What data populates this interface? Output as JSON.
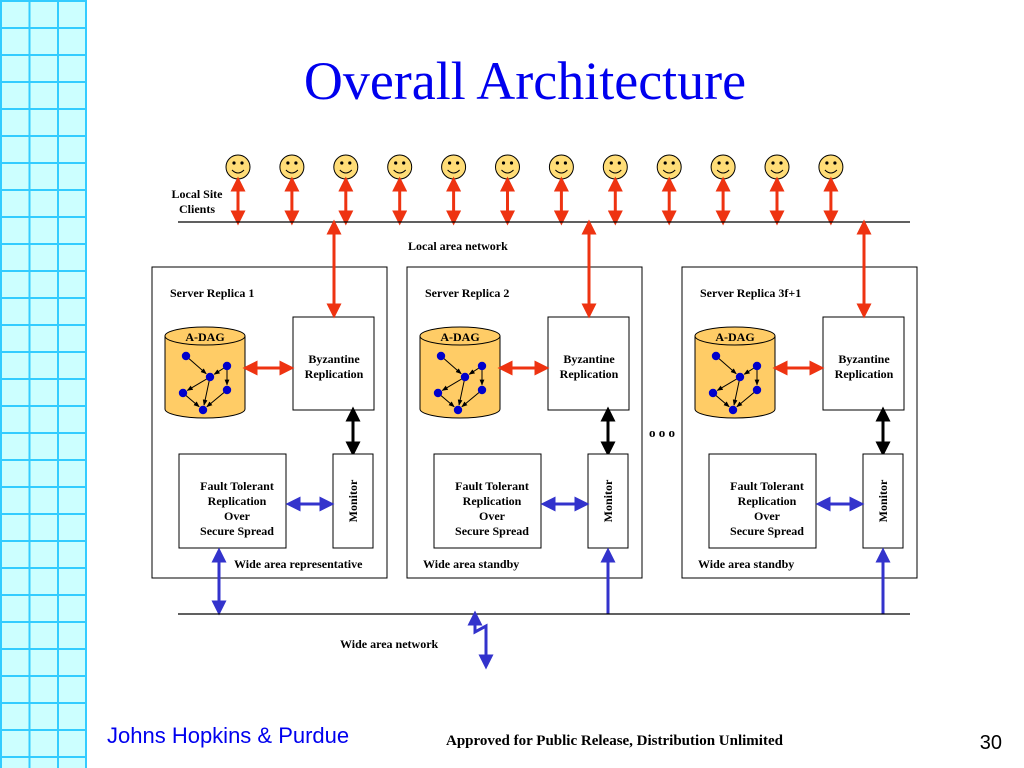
{
  "title": "Overall Architecture",
  "footer": {
    "left": "Johns Hopkins & Purdue",
    "center": "Approved for Public Release, Distribution Unlimited",
    "page": "30"
  },
  "diagram": {
    "clients_label": [
      "Local Site",
      "Clients"
    ],
    "lan_label": "Local area network",
    "wan_label": "Wide area network",
    "ellipsis": "o o o",
    "replicas": [
      {
        "name": "Server Replica 1",
        "adag": "A-DAG",
        "byzantine": [
          "Byzantine",
          "Replication"
        ],
        "ftr": [
          "Fault Tolerant",
          "Replication",
          "Over",
          "Secure Spread"
        ],
        "monitor": "Monitor",
        "role": "Wide area representative"
      },
      {
        "name": "Server Replica 2",
        "adag": "A-DAG",
        "byzantine": [
          "Byzantine",
          "Replication"
        ],
        "ftr": [
          "Fault Tolerant",
          "Replication",
          "Over",
          "Secure Spread"
        ],
        "monitor": "Monitor",
        "role": "Wide area standby"
      },
      {
        "name": "Server Replica 3f+1",
        "adag": "A-DAG",
        "byzantine": [
          "Byzantine",
          "Replication"
        ],
        "ftr": [
          "Fault Tolerant",
          "Replication",
          "Over",
          "Secure Spread"
        ],
        "monitor": "Monitor",
        "role": "Wide area standby"
      }
    ],
    "client_count": 12,
    "colors": {
      "lan_arrow": "#ee3311",
      "wan_arrow": "#3333cc",
      "adag_fill": "#ffcc66",
      "node": "#0000cc",
      "face": "#ffdd77",
      "title": "#0000ee",
      "grid": "#33ccff",
      "grid_bg": "#ccffff"
    }
  }
}
